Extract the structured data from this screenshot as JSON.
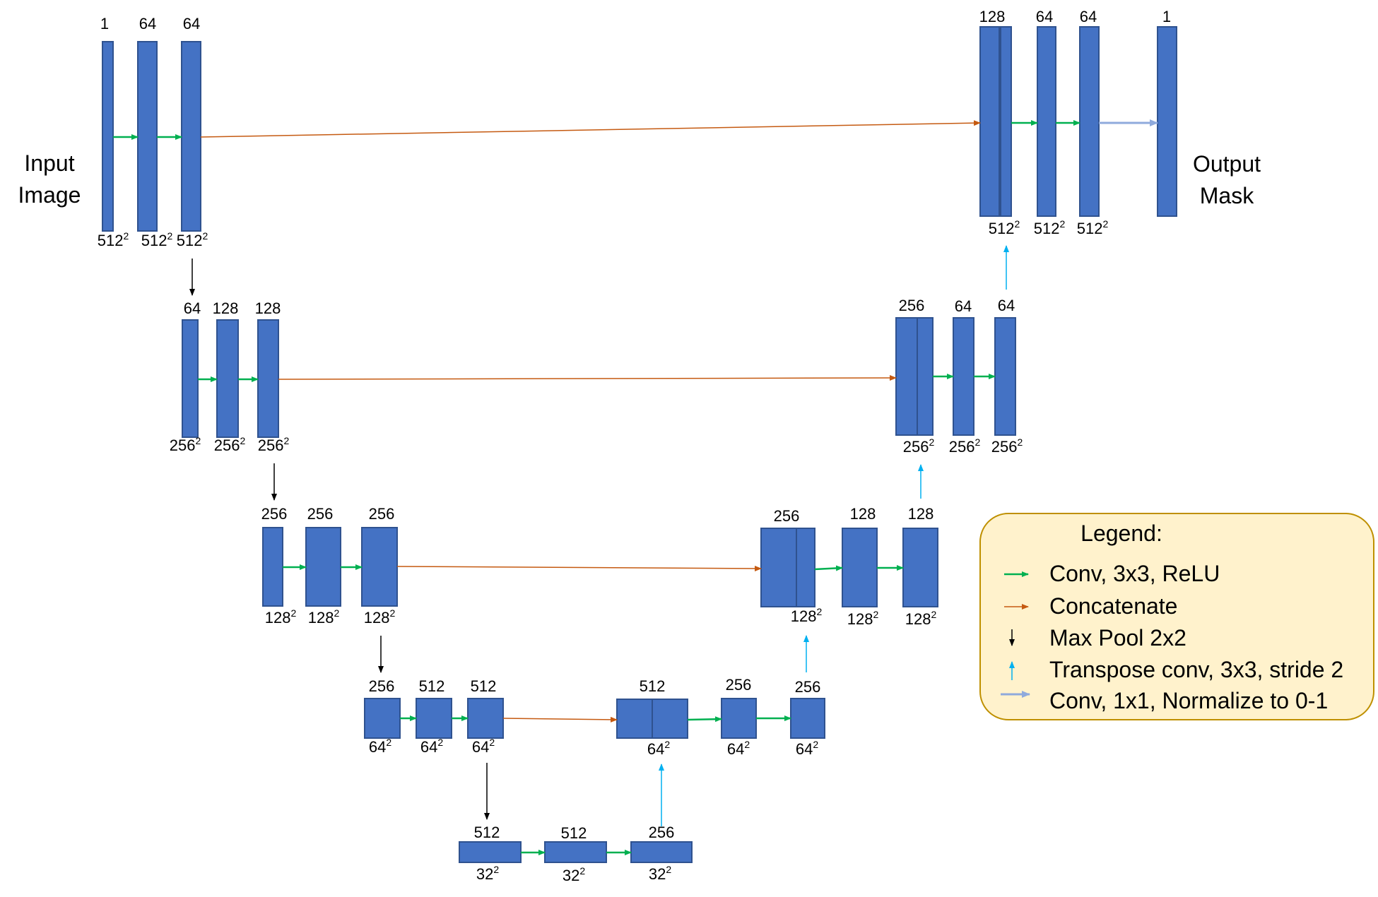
{
  "input_label": [
    "Input",
    "Image"
  ],
  "output_label": [
    "Output",
    "Mask"
  ],
  "legend": {
    "title": "Legend:",
    "items": [
      {
        "label": "Conv, 3x3, ReLU",
        "color": "#00B050",
        "icon": "arrow-right"
      },
      {
        "label": "Concatenate",
        "color": "#C55A11",
        "icon": "arrow-right"
      },
      {
        "label": "Max Pool 2x2",
        "color": "#000000",
        "icon": "arrow-down"
      },
      {
        "label": "Transpose conv, 3x3, stride 2",
        "color": "#00B0F0",
        "icon": "arrow-up"
      },
      {
        "label": "Conv, 1x1, Normalize to 0-1",
        "color": "#8FAADC",
        "icon": "arrow-right"
      }
    ]
  },
  "colors": {
    "block_fill": "#4472C4",
    "block_stroke": "#2F528F",
    "legend_fill": "#FFF2CC",
    "legend_stroke": "#BF9000"
  },
  "encoder": [
    {
      "level": 1,
      "channels": [
        "1",
        "64",
        "64"
      ],
      "size": "512",
      "exp": "2"
    },
    {
      "level": 2,
      "channels": [
        "64",
        "128",
        "128"
      ],
      "size": "256",
      "exp": "2"
    },
    {
      "level": 3,
      "channels": [
        "256",
        "256",
        "256"
      ],
      "size": "128",
      "exp": "2"
    },
    {
      "level": 4,
      "channels": [
        "256",
        "512",
        "512"
      ],
      "size": "64",
      "exp": "2"
    }
  ],
  "bottleneck": {
    "channels": [
      "512",
      "512",
      "256"
    ],
    "size": "32",
    "exp": "2"
  },
  "decoder": [
    {
      "level": 4,
      "channels": [
        "512",
        "256",
        "256"
      ],
      "size": "64",
      "exp": "2"
    },
    {
      "level": 3,
      "channels": [
        "256",
        "128",
        "128"
      ],
      "size": "128",
      "exp": "2"
    },
    {
      "level": 2,
      "channels": [
        "256",
        "64",
        "64"
      ],
      "size": "256",
      "exp": "2"
    },
    {
      "level": 1,
      "channels": [
        "128",
        "64",
        "64",
        "1"
      ],
      "size": "512",
      "exp": "2"
    }
  ]
}
